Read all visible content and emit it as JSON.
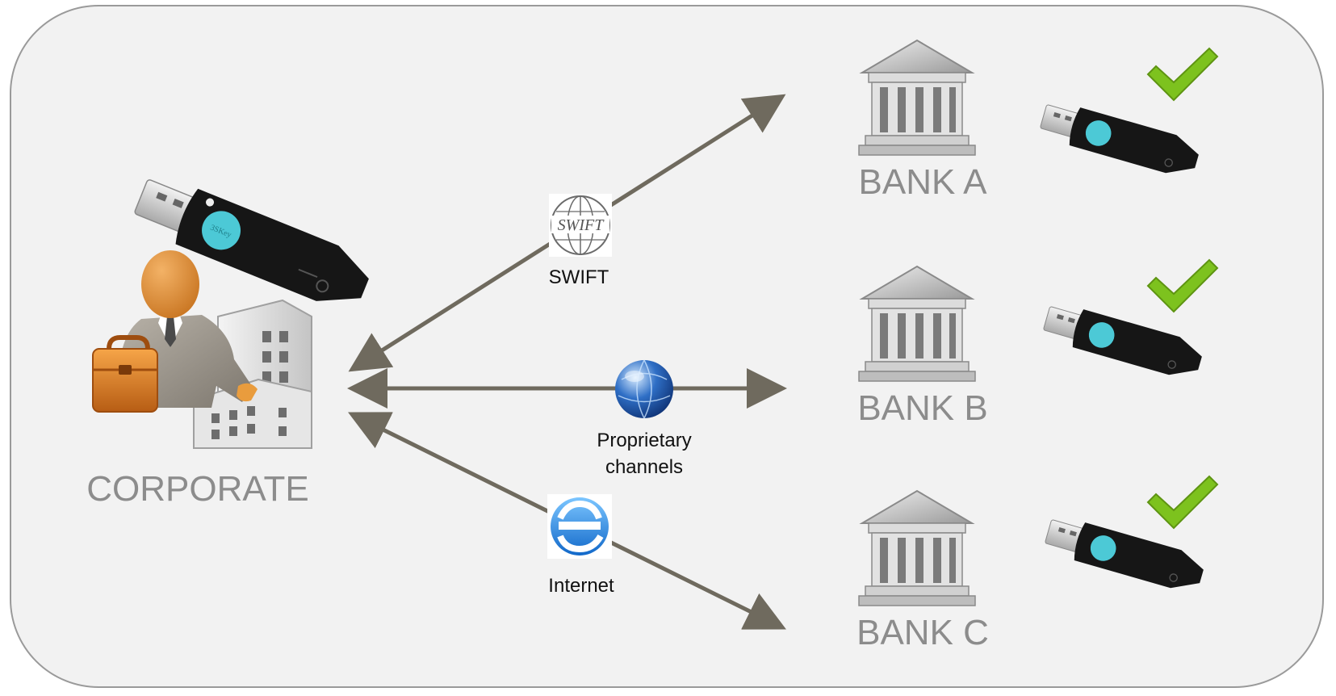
{
  "corporate": {
    "label": "CORPORATE"
  },
  "banks": [
    {
      "label": "BANK A",
      "verified": true
    },
    {
      "label": "BANK B",
      "verified": true
    },
    {
      "label": "BANK C",
      "verified": true
    }
  ],
  "channels": [
    {
      "label": "SWIFT",
      "icon": "swift-logo-icon",
      "logo_text": "SWIFT"
    },
    {
      "label_line1": "Proprietary",
      "label_line2": "channels",
      "icon": "globe-network-icon"
    },
    {
      "label": "Internet",
      "icon": "internet-browser-icon"
    }
  ],
  "token": {
    "engraving": "3SKey"
  },
  "colors": {
    "panel_background": "#f2f2f2",
    "panel_border": "#9a9a9a",
    "arrow": "#6f6a5e",
    "label_gray": "#8c8c8c",
    "check_green": "#7dc21e",
    "token_badge": "#4cc9d6"
  }
}
